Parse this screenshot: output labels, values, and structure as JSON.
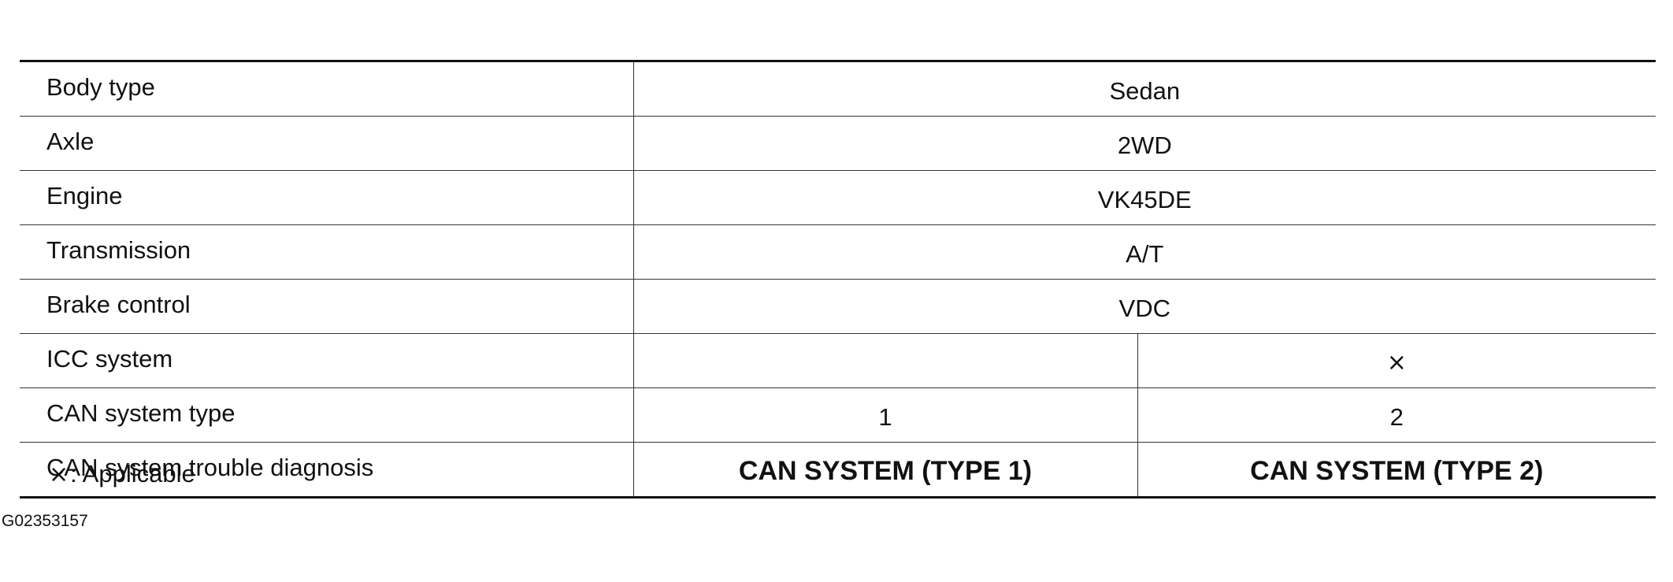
{
  "table": {
    "rows": [
      {
        "label": "Body type",
        "value": "Sedan"
      },
      {
        "label": "Axle",
        "value": "2WD"
      },
      {
        "label": "Engine",
        "value": "VK45DE"
      },
      {
        "label": "Transmission",
        "value": "A/T"
      },
      {
        "label": "Brake control",
        "value": "VDC"
      },
      {
        "label": "ICC system",
        "values": [
          "",
          "×"
        ]
      },
      {
        "label": "CAN system type",
        "values": [
          "1",
          "2"
        ]
      },
      {
        "label": "CAN system trouble diagnosis",
        "values": [
          "CAN SYSTEM (TYPE 1)",
          "CAN SYSTEM (TYPE 2)"
        ]
      }
    ]
  },
  "legend": {
    "symbol": "×",
    "text": ": Applicable"
  },
  "figure_code": "G02353157"
}
